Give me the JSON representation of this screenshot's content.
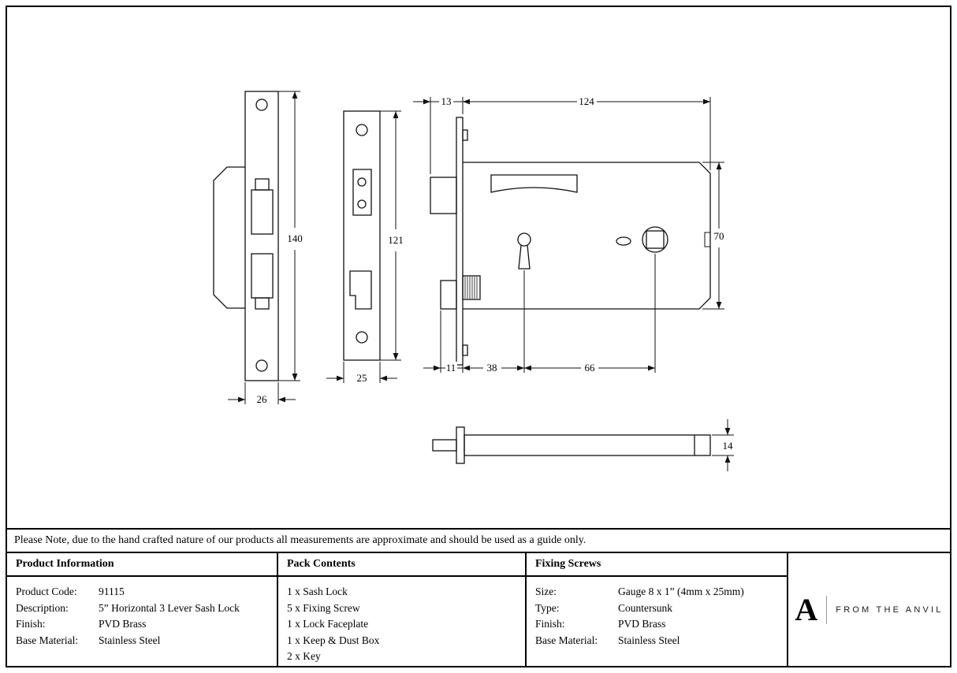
{
  "drawing": {
    "dims": {
      "keep_height": "140",
      "keep_width": "26",
      "faceplate_height": "121",
      "faceplate_width": "25",
      "proj_top": "13",
      "case_length": "124",
      "case_height": "70",
      "proj_bottom": "11",
      "backset_keyhole": "38",
      "keyhole_to_follower": "66",
      "bar_thickness": "14"
    }
  },
  "note": "Please Note, due to the hand crafted nature of our products all measurements are approximate and should be used as a guide only.",
  "table": {
    "product_info": {
      "header": "Product Information",
      "rows": [
        {
          "label": "Product Code:",
          "value": "91115"
        },
        {
          "label": "Description:",
          "value": "5” Horizontal 3 Lever Sash Lock"
        },
        {
          "label": "Finish:",
          "value": "PVD Brass"
        },
        {
          "label": "Base Material:",
          "value": "Stainless Steel"
        }
      ]
    },
    "pack_contents": {
      "header": "Pack Contents",
      "items": [
        "1 x Sash Lock",
        "5 x Fixing Screw",
        "1 x Lock Faceplate",
        "1 x Keep & Dust Box",
        "2 x Key"
      ]
    },
    "fixing_screws": {
      "header": "Fixing Screws",
      "rows": [
        {
          "label": "Size:",
          "value": "Gauge 8 x 1” (4mm x 25mm)"
        },
        {
          "label": "Type:",
          "value": "Countersunk"
        },
        {
          "label": "Finish:",
          "value": "PVD Brass"
        },
        {
          "label": "Base Material:",
          "value": "Stainless Steel"
        }
      ]
    }
  },
  "brand": {
    "logo_letter": "A",
    "name": "FROM THE ANVIL"
  }
}
